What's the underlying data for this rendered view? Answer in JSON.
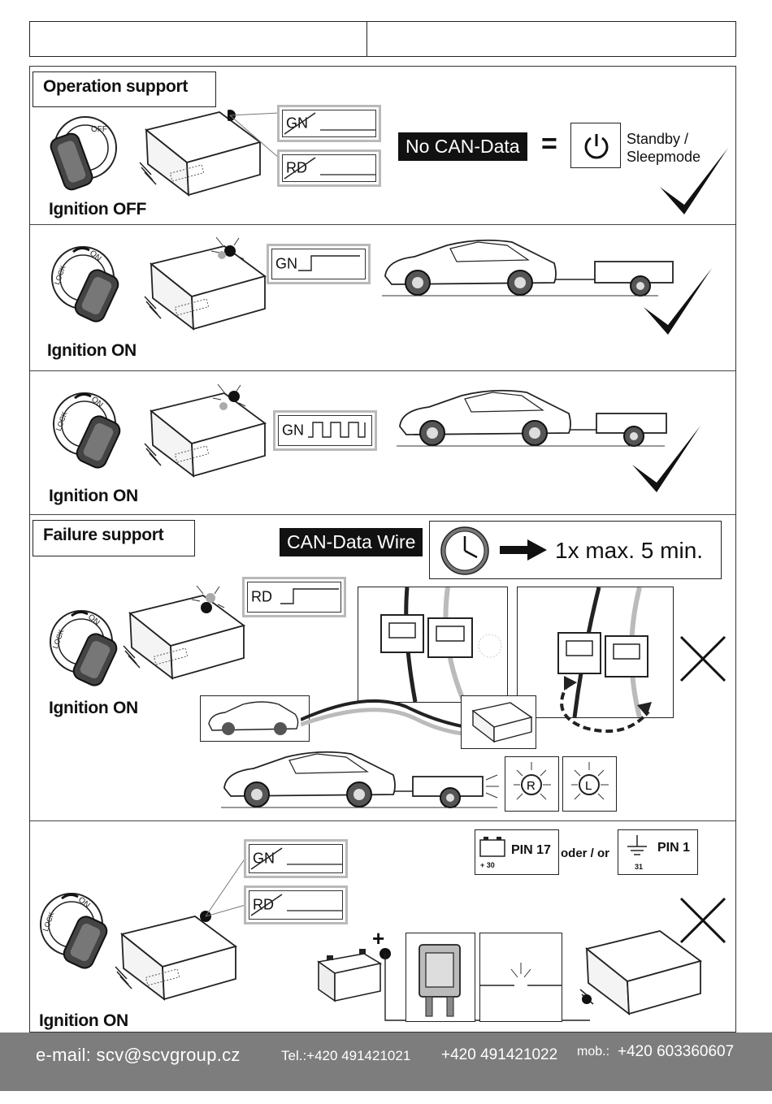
{
  "sections": {
    "operation": {
      "title": "Operation support"
    },
    "failure": {
      "title": "Failure support"
    }
  },
  "ignition": {
    "off": "Ignition OFF",
    "on1": "Ignition ON",
    "on2": "Ignition ON",
    "on3": "Ignition ON",
    "on4": "Ignition ON"
  },
  "switch": {
    "off": "OFF",
    "on": "ON",
    "lock": "LOCK"
  },
  "signals": {
    "gn": "GN",
    "rd": "RD"
  },
  "no_can": {
    "tag": "No CAN-Data",
    "equals": "=",
    "standby_line1": "Standby /",
    "standby_line2": "Sleepmode"
  },
  "can_wire": {
    "tag": "CAN-Data Wire",
    "timer": "1x max. 5 min."
  },
  "lamps": {
    "right": "R",
    "left": "L"
  },
  "pins": {
    "pin17": "PIN 17",
    "plus30": "+ 30",
    "oder": "oder / or",
    "pin1": "PIN 1",
    "g31": "31"
  },
  "battery_plus": "+",
  "footer": {
    "email": "e-mail: scv@scvgroup.cz",
    "tel": "Tel.:+420 491421021",
    "tel2": "+420 491421022",
    "mob_label": "mob.:",
    "mob": "+420 603360607"
  }
}
